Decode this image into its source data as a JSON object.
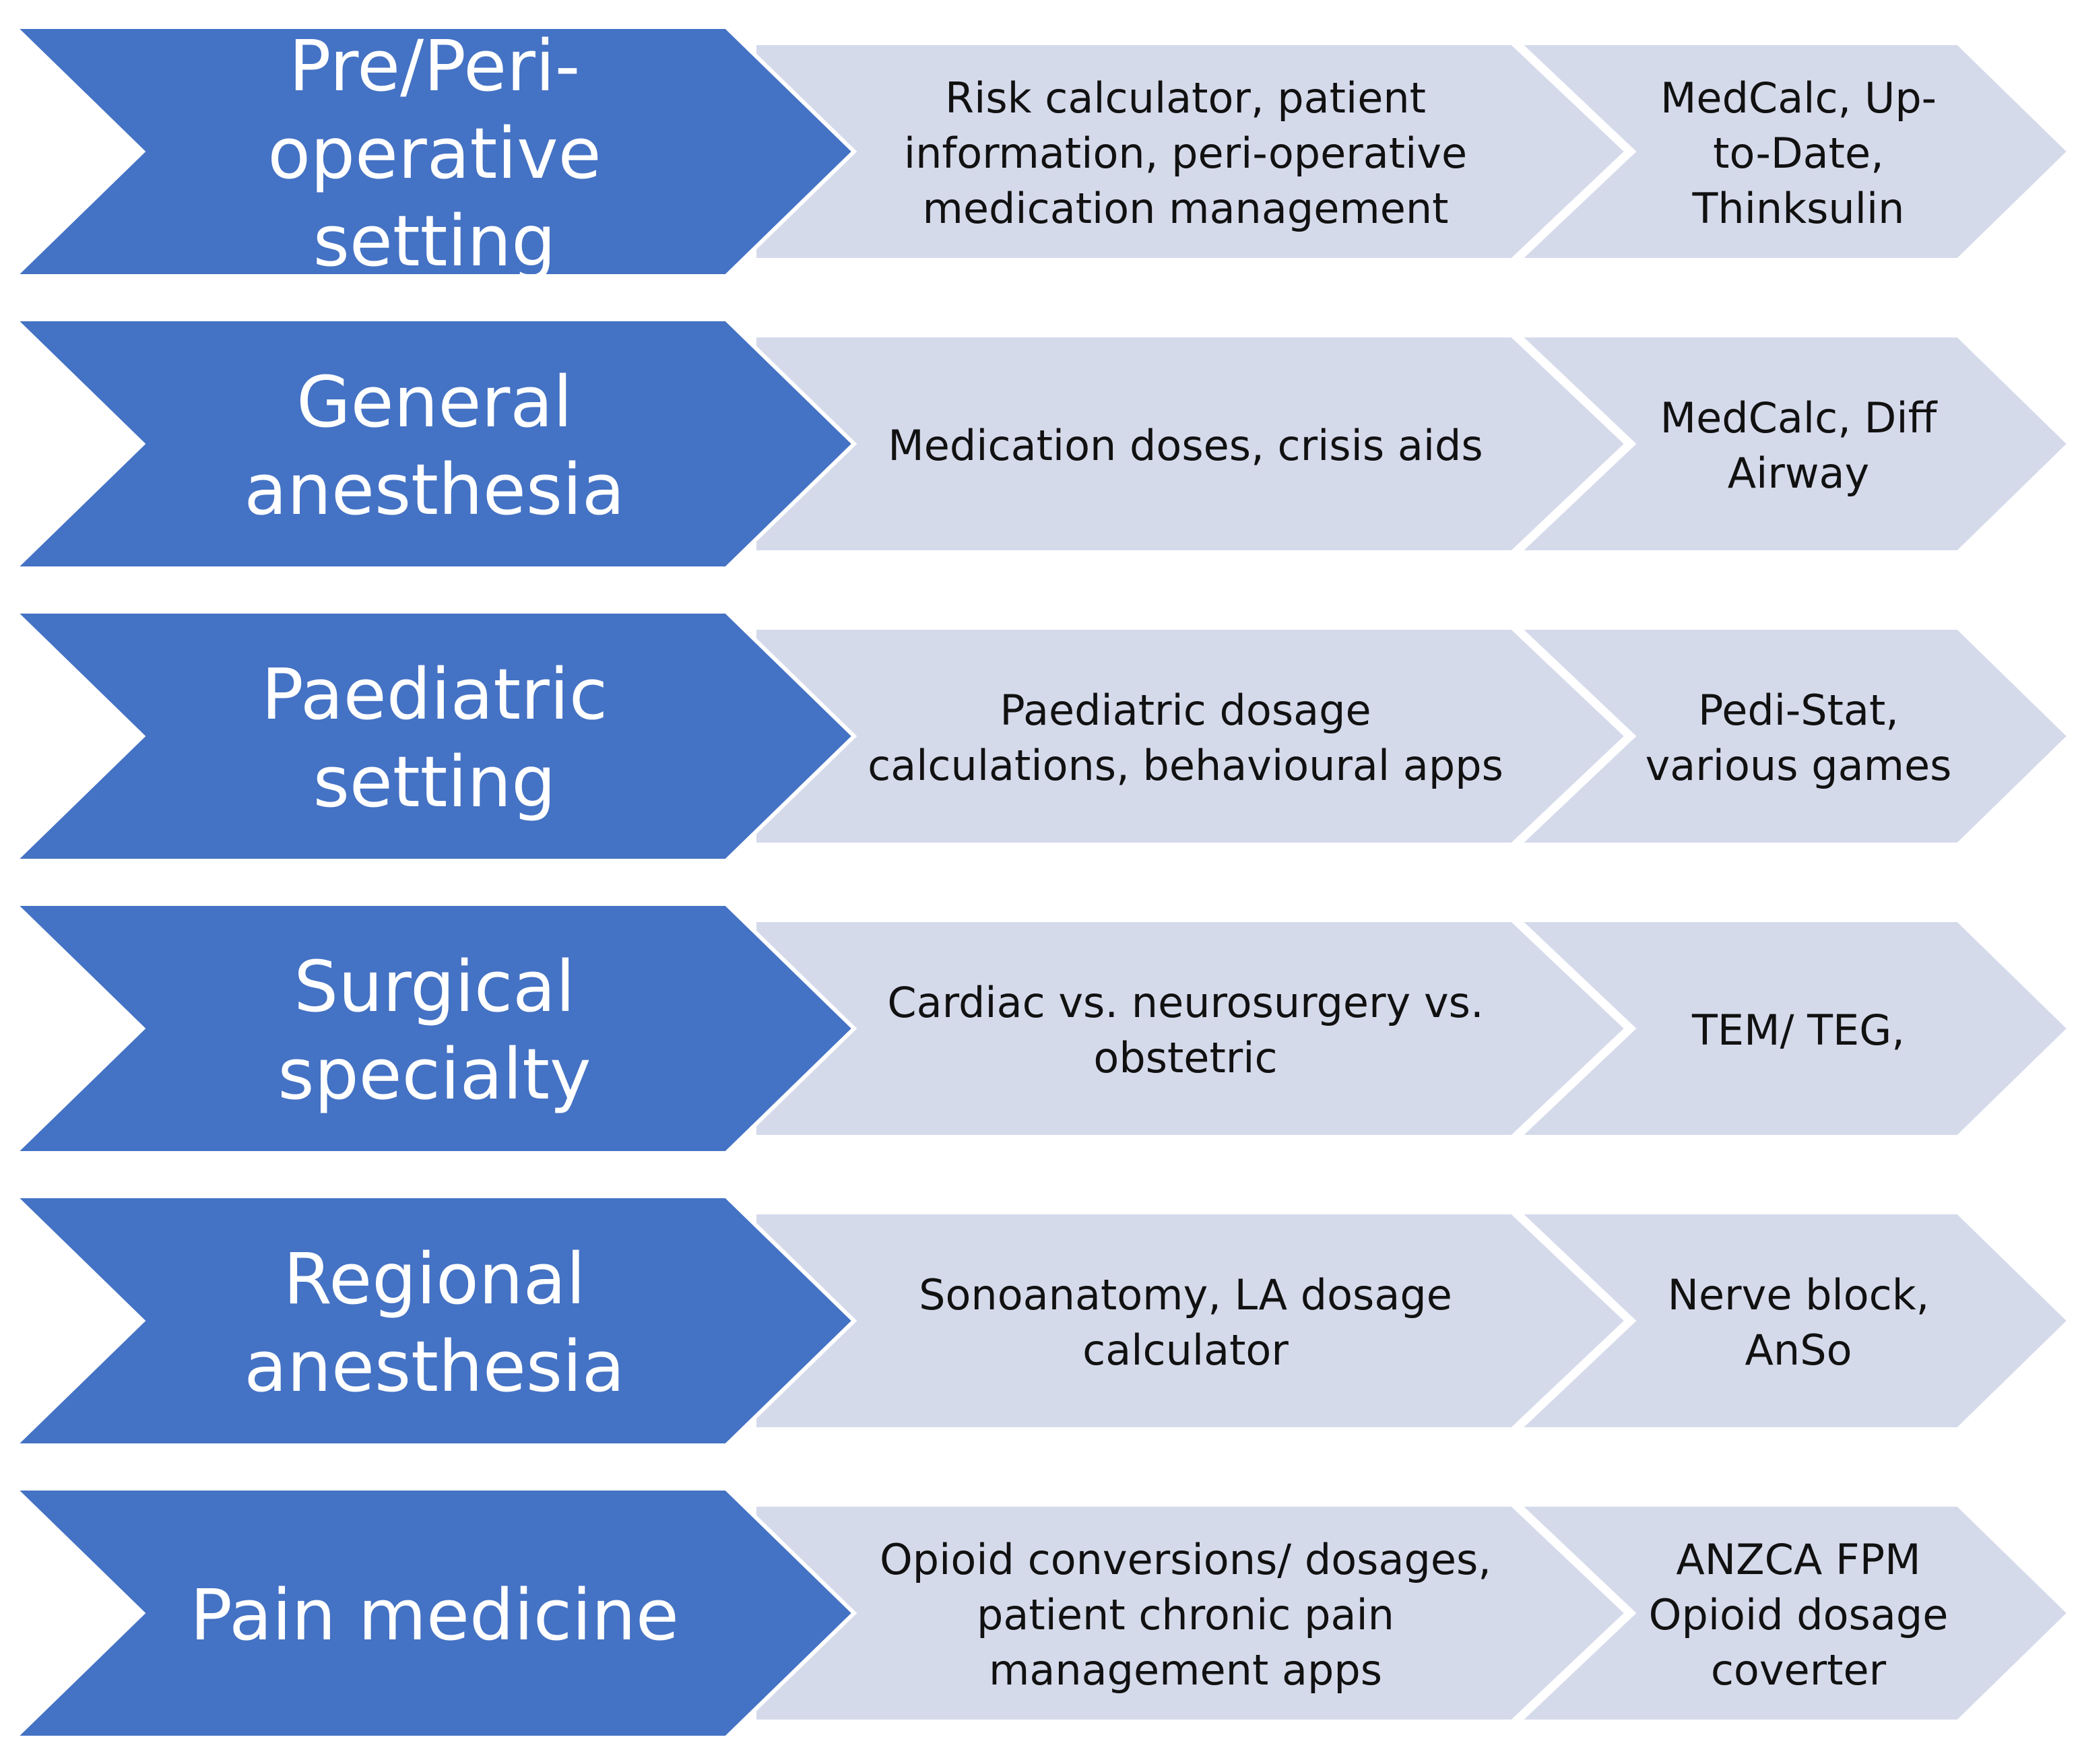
{
  "rows": [
    {
      "setting": "Pre/Peri-\noperative setting",
      "application": "Risk calculator, patient\ninformation, peri-operative\nmedication management",
      "examples": "MedCalc, Up-\nto-Date,\nThinksulin"
    },
    {
      "setting": "General\nanesthesia",
      "application": "Medication doses, crisis aids",
      "examples": "MedCalc, Diff\nAirway"
    },
    {
      "setting": "Paediatric setting",
      "application": "Paediatric dosage\ncalculations, behavioural apps",
      "examples": "Pedi-Stat,\nvarious games"
    },
    {
      "setting": "Surgical specialty",
      "application": "Cardiac vs. neurosurgery vs.\nobstetric",
      "examples": "TEM/ TEG,"
    },
    {
      "setting": "Regional\nanesthesia",
      "application": "Sonoanatomy, LA dosage\ncalculator",
      "examples": "Nerve block,\nAnSo"
    },
    {
      "setting": "Pain medicine",
      "application": "Opioid conversions/ dosages,\npatient chronic pain\nmanagement apps",
      "examples": "ANZCA FPM\nOpioid dosage\ncoverter"
    }
  ],
  "colors": {
    "main_chevron": "#4472C4",
    "sub_chevron": "#D5DAEB",
    "border": "#ffffff"
  }
}
